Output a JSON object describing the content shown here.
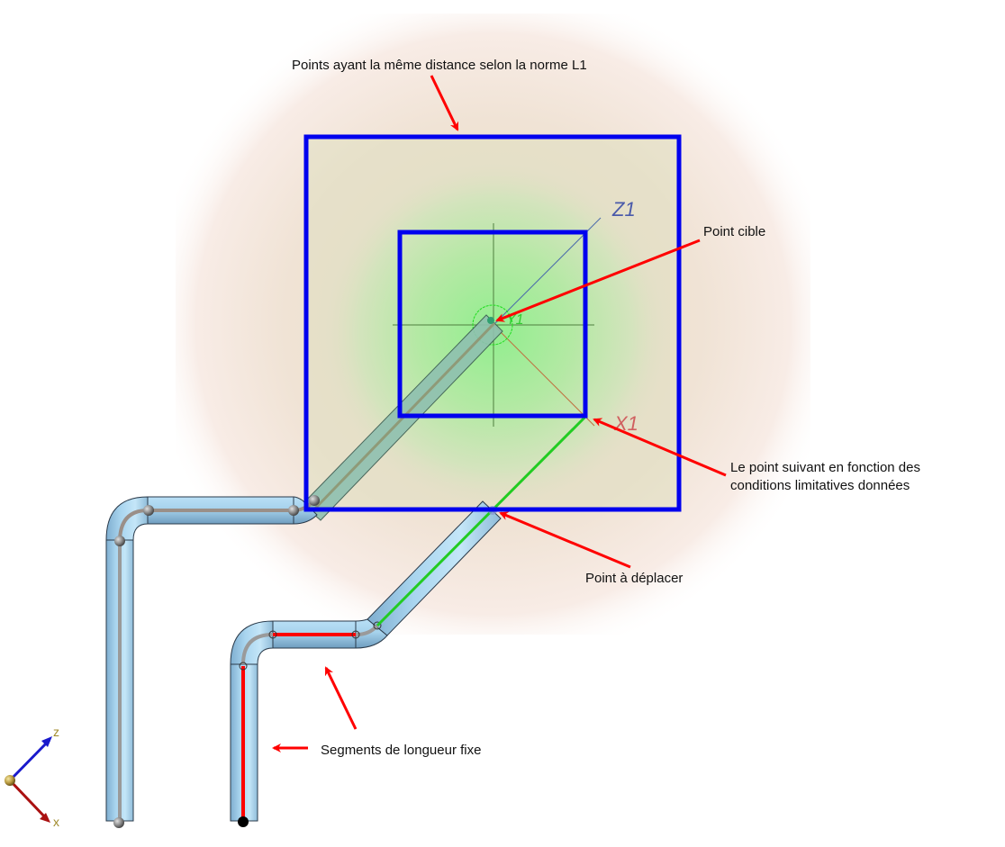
{
  "diagram": {
    "annotations": {
      "l1_norm": "Points ayant la même distance selon la norme L1",
      "target_point": "Point cible",
      "next_point_line1": "Le point suivant en fonction des",
      "next_point_line2": "conditions limitatives données",
      "point_to_move": "Point à déplacer",
      "fixed_segments": "Segments de longueur fixe"
    },
    "axis_labels": {
      "z1": "Z1",
      "x1": "X1",
      "y1": "Y1"
    },
    "triad": {
      "z": "z",
      "x": "x"
    },
    "colors": {
      "square": "#0000ee",
      "arrow": "#ff0000",
      "fixed_segment": "#ff0000",
      "moving_segment": "#22cc22",
      "pipe": "#a8d4ee",
      "z_axis": "#1a1acc",
      "x_axis": "#aa1111"
    }
  }
}
